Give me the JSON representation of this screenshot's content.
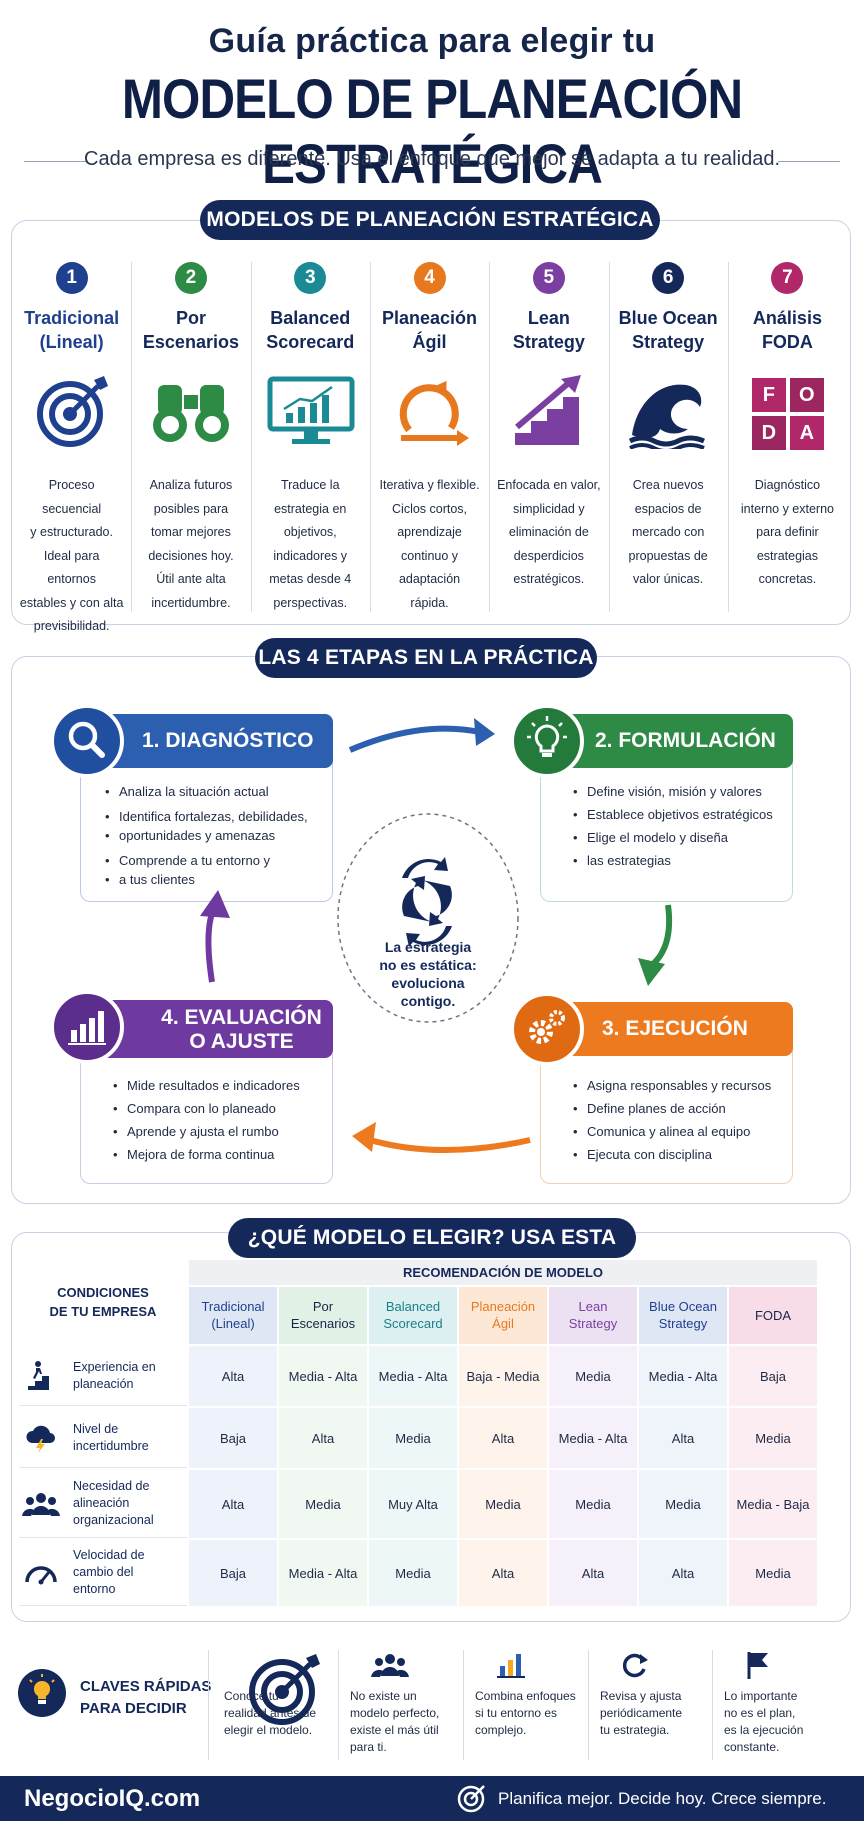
{
  "header": {
    "line1": "Guía práctica para elegir tu",
    "line2": "MODELO DE PLANEACIÓN ESTRATÉGICA",
    "subtitle": "Cada empresa es diferente. Usa el enfoque que mejor se adapta a tu realidad."
  },
  "models": {
    "title": "MODELOS DE PLANEACIÓN ESTRATÉGICA",
    "items": [
      {
        "num": "1",
        "name1": "Tradicional",
        "name2": "(Lineal)",
        "color": "#1f3f8f",
        "icon": "target-icon",
        "desc": [
          "Proceso secuencial",
          "y estructurado.",
          "Ideal para entornos",
          "estables y con alta",
          "previsibilidad."
        ]
      },
      {
        "num": "2",
        "name1": "Por",
        "name2": "Escenarios",
        "color": "#2e8b46",
        "icon": "binoculars-icon",
        "desc": [
          "Analiza futuros",
          "posibles para",
          "tomar mejores",
          "decisiones hoy.",
          "Útil ante alta",
          "incertidumbre."
        ]
      },
      {
        "num": "3",
        "name1": "Balanced",
        "name2": "Scorecard",
        "color": "#1a8a95",
        "icon": "monitor-chart-icon",
        "desc": [
          "Traduce la",
          "estrategia en",
          "objetivos,",
          "indicadores y",
          "metas desde 4",
          "perspectivas."
        ]
      },
      {
        "num": "4",
        "name1": "Planeación",
        "name2": "Ágil",
        "color": "#e8781e",
        "icon": "cycle-arrows-icon",
        "desc": [
          "Iterativa y flexible.",
          "Ciclos cortos,",
          "aprendizaje",
          "continuo y",
          "adaptación",
          "rápida."
        ]
      },
      {
        "num": "5",
        "name1": "Lean",
        "name2": "Strategy",
        "color": "#7a3fa0",
        "icon": "stairs-arrow-icon",
        "desc": [
          "Enfocada en valor,",
          "simplicidad y",
          "eliminación de",
          "desperdicios",
          "estratégicos."
        ]
      },
      {
        "num": "6",
        "name1": "Blue Ocean",
        "name2": "Strategy",
        "color": "#14285a",
        "icon": "wave-icon",
        "desc": [
          "Crea nuevos",
          "espacios de",
          "mercado con",
          "propuestas de",
          "valor únicas."
        ]
      },
      {
        "num": "7",
        "name1": "Análisis",
        "name2": "FODA",
        "color": "#b0286a",
        "icon": "foda-grid-icon",
        "foda": [
          "F",
          "O",
          "D",
          "A"
        ],
        "desc": [
          "Diagnóstico",
          "interno y externo",
          "para definir",
          "estrategias",
          "concretas."
        ]
      }
    ]
  },
  "stages": {
    "title": "LAS 4 ETAPAS EN LA PRÁCTICA",
    "center": [
      "La estrategia",
      "no es estática:",
      "evoluciona",
      "contigo."
    ],
    "items": [
      {
        "title": "1. DIAGNÓSTICO",
        "color": "#2d5fb0",
        "icon": "magnifier-icon",
        "bullets": [
          "Analiza la situación actual",
          "Identifica fortalezas, debilidades,",
          "oportunidades y amenazas",
          "Comprende a tu entorno y",
          "a tus clientes"
        ]
      },
      {
        "title": "2. FORMULACIÓN",
        "color": "#2e8b46",
        "icon": "lightbulb-icon",
        "bullets": [
          "Define visión, misión y valores",
          "Establece objetivos estratégicos",
          "Elige el modelo y diseña",
          "las estrategias"
        ]
      },
      {
        "title": "3. EJECUCIÓN",
        "color": "#ee7a1f",
        "icon": "gears-icon",
        "bullets": [
          "Asigna responsables y recursos",
          "Define planes de acción",
          "Comunica y alinea al equipo",
          "Ejecuta con disciplina"
        ]
      },
      {
        "title1": "4. EVALUACIÓN",
        "title2": "O AJUSTE",
        "color": "#6e3aa0",
        "icon": "bar-chart-icon",
        "bullets": [
          "Mide resultados e indicadores",
          "Compara con lo planeado",
          "Aprende y ajusta el rumbo",
          "Mejora de forma continua"
        ]
      }
    ]
  },
  "matrix": {
    "title": "¿QUÉ MODELO ELEGIR? USA ESTA MATRIZ",
    "corner": [
      "CONDICIONES",
      "DE TU EMPRESA"
    ],
    "rec": "RECOMENDACIÓN DE MODELO",
    "cols": [
      {
        "l1": "Tradicional",
        "l2": "(Lineal)",
        "color": "#1f3f8f",
        "bg": "#dfe7f5",
        "cbg": "#eef2fa"
      },
      {
        "l1": "Por",
        "l2": "Escenarios",
        "color": "#16264a",
        "bg": "#e2f1e5",
        "cbg": "#f0f8f1"
      },
      {
        "l1": "Balanced",
        "l2": "Scorecard",
        "color": "#1a7f8a",
        "bg": "#dcf0f1",
        "cbg": "#eef7f8"
      },
      {
        "l1": "Planeación",
        "l2": "Ágil",
        "color": "#e8781e",
        "bg": "#fde8d6",
        "cbg": "#fef4eb"
      },
      {
        "l1": "Lean",
        "l2": "Strategy",
        "color": "#7a3fa0",
        "bg": "#ece0f3",
        "cbg": "#f6f0fa"
      },
      {
        "l1": "Blue Ocean",
        "l2": "Strategy",
        "color": "#1f3f8f",
        "bg": "#dfe6f4",
        "cbg": "#eff3fa"
      },
      {
        "l1": "FODA",
        "l2": "",
        "color": "#16264a",
        "bg": "#f8dde9",
        "cbg": "#fcedf3"
      }
    ],
    "rows": [
      {
        "label": [
          "Experiencia en",
          "planeación"
        ],
        "icon": "stairs-person-icon",
        "vals": [
          "Alta",
          "Media - Alta",
          "Media - Alta",
          "Baja - Media",
          "Media",
          "Media - Alta",
          "Baja"
        ]
      },
      {
        "label": [
          "Nivel de",
          "incertidumbre"
        ],
        "icon": "storm-cloud-icon",
        "vals": [
          "Baja",
          "Alta",
          "Media",
          "Alta",
          "Media - Alta",
          "Alta",
          "Media"
        ]
      },
      {
        "label": [
          "Necesidad de",
          "alineación",
          "organizacional"
        ],
        "icon": "team-icon",
        "vals": [
          "Alta",
          "Media",
          "Muy Alta",
          "Media",
          "Media",
          "Media",
          "Media - Baja"
        ]
      },
      {
        "label": [
          "Velocidad de",
          "cambio del",
          "entorno"
        ],
        "icon": "speedometer-icon",
        "vals": [
          "Baja",
          "Media - Alta",
          "Media",
          "Alta",
          "Alta",
          "Alta",
          "Media"
        ]
      }
    ]
  },
  "tips": {
    "title": [
      "CLAVES RÁPIDAS",
      "PARA DECIDIR"
    ],
    "items": [
      {
        "icon": "target-icon",
        "text": [
          "Conoce tu",
          "realidad antes de",
          "elegir el modelo."
        ]
      },
      {
        "icon": "team-icon",
        "text": [
          "No existe un",
          "modelo perfecto,",
          "existe el más útil",
          "para ti."
        ]
      },
      {
        "icon": "bar-chart-icon",
        "text": [
          "Combina enfoques",
          "si tu entorno es",
          "complejo."
        ]
      },
      {
        "icon": "refresh-icon",
        "text": [
          "Revisa y ajusta",
          "periódicamente",
          "tu estrategia."
        ]
      },
      {
        "icon": "flag-icon",
        "text": [
          "Lo importante",
          "no es el plan,",
          "es la ejecución",
          "constante."
        ]
      }
    ]
  },
  "footer": {
    "brand": "NegocioIQ.com",
    "slogan": "Planifica mejor. Decide hoy. Crece siempre."
  }
}
